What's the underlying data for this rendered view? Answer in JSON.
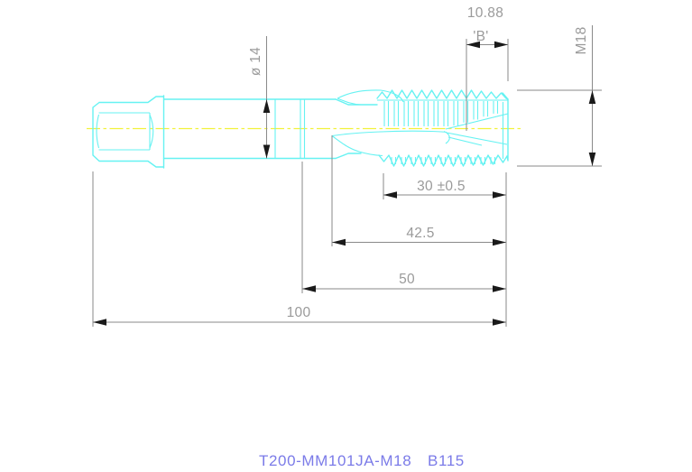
{
  "drawing": {
    "title": "Spiral point tap technical drawing",
    "dimensions": {
      "b_value": "10.88",
      "b_label": "'B'",
      "thread_spec": "M18",
      "shank_diameter": "ø 14",
      "thread_length": "30 ±0.5",
      "chamfer_to_end": "42.5",
      "flute_section": "50",
      "overall_length": "100"
    },
    "footer": {
      "part_number": "T200-MM101JA-M18",
      "batch_code": "B115"
    },
    "colors": {
      "part_outline": "#66f2f2",
      "centerline": "#f2f23a",
      "dimension_line": "#8a8a8a",
      "dimension_text": "#9a9a9a",
      "arrow": "#1a1a1a",
      "footer_text": "#7b7be8",
      "background": "#ffffff"
    }
  }
}
